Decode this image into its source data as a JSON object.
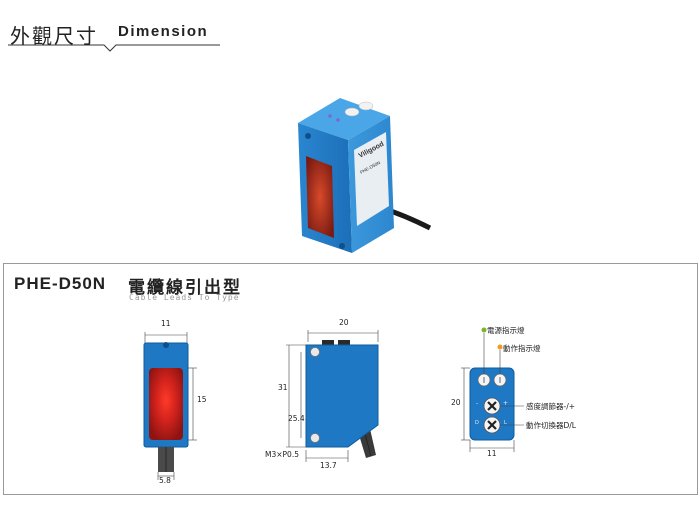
{
  "header": {
    "title_zh": "外觀尺寸",
    "title_en": "Dimension"
  },
  "product_photo": {
    "brand_on_body": "Viligood",
    "model_on_body": "PHE-D50N"
  },
  "panel": {
    "model": "PHE-D50N",
    "type_zh": "電纜線引出型",
    "type_en": "Cable Leads To Type"
  },
  "front_view": {
    "width_label": "11",
    "height_label": "15",
    "cable_label": "5.8"
  },
  "side_view": {
    "width_label": "20",
    "height_label": "31",
    "mount_label": "25.4",
    "screw_label": "M3×P0.5",
    "bottom_label": "13.7"
  },
  "top_view": {
    "power_led": "電源指示燈",
    "action_led": "動作指示燈",
    "sensitivity": "感度調節器-/+",
    "mode_switch": "動作切換器D/L",
    "height_label": "20",
    "width_label": "11",
    "minus_sign": "-",
    "plus_sign": "+",
    "d_mark": "D",
    "l_mark": "L"
  },
  "colors": {
    "body_blue": "#1f78c4",
    "lens_red": "#c0201c",
    "power_led_green": "#7ab52b",
    "action_led_orange": "#f29a1e"
  }
}
